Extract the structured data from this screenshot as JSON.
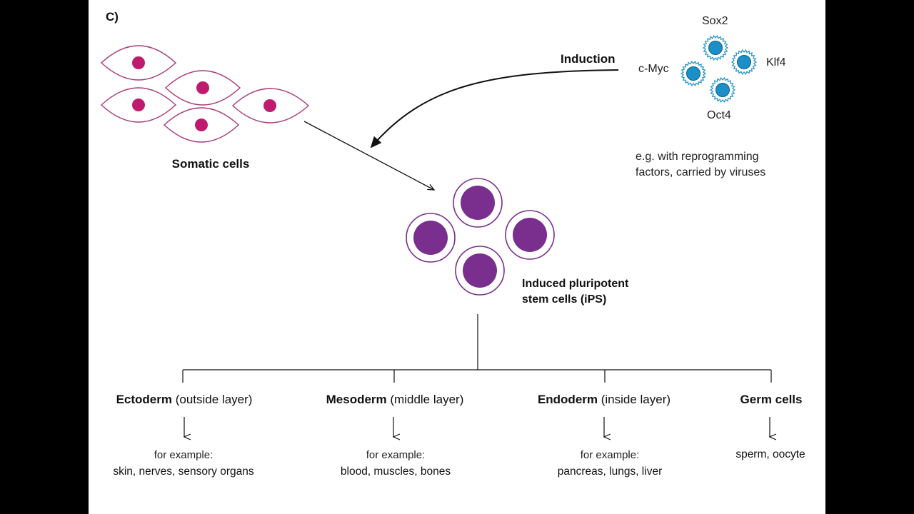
{
  "panel_label": "C)",
  "somatic_label": "Somatic cells",
  "induction_label": "Induction",
  "factors": {
    "sox2": "Sox2",
    "klf4": "Klf4",
    "cmyc": "c-Myc",
    "oct4": "Oct4"
  },
  "reprogramming_note": {
    "line1": "e.g. with reprogramming",
    "line2": "factors, carried by viruses"
  },
  "ips_label": {
    "line1": "Induced pluripotent",
    "line2": "stem cells (iPS)"
  },
  "branches": [
    {
      "name": "Ectoderm",
      "desc": " (outside layer)",
      "example_label": "for example:",
      "examples": "skin, nerves, sensory organs"
    },
    {
      "name": "Mesoderm",
      "desc": " (middle layer)",
      "example_label": "for example:",
      "examples": "blood, muscles, bones"
    },
    {
      "name": "Endoderm",
      "desc": " (inside layer)",
      "example_label": "for example:",
      "examples": "pancreas, lungs, liver"
    },
    {
      "name": "Germ cells",
      "desc": "",
      "example_label": "",
      "examples": "sperm, oocyte"
    }
  ],
  "colors": {
    "somatic": "#a83a7a",
    "somatic_nucleus": "#c01a6e",
    "ips": "#7a2f8f",
    "factor": "#1a8fc8"
  }
}
